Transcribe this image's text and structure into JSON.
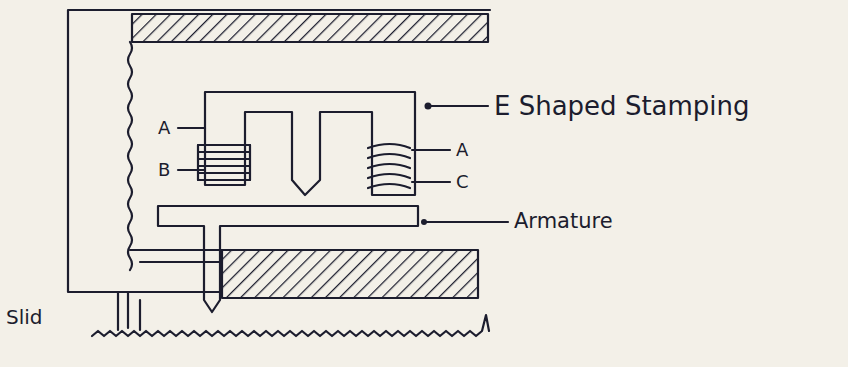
{
  "diagram": {
    "labels": [
      "A",
      "B",
      "A",
      "C",
      "E Shaped Stamping",
      "Armature",
      "Slid"
    ]
  }
}
